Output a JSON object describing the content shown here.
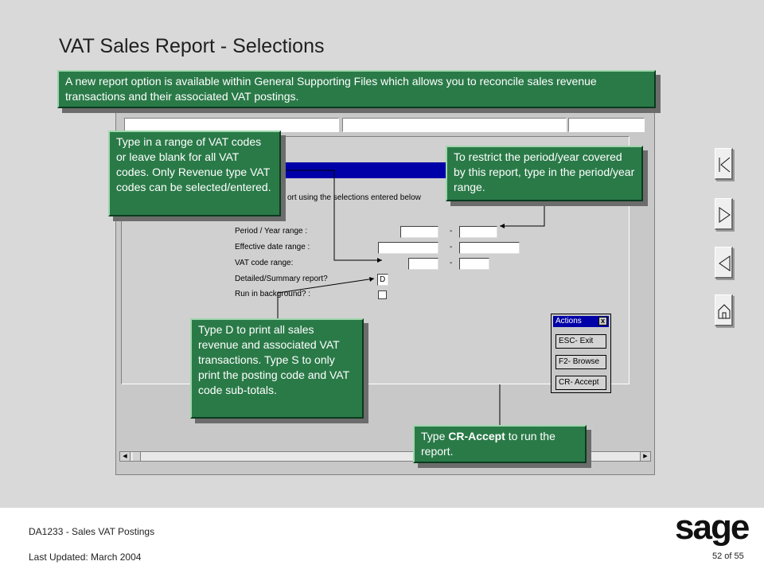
{
  "slide": {
    "title": "VAT Sales Report - Selections"
  },
  "callouts": {
    "intro": "A new report option is available within General Supporting Files which allows you to reconcile sales revenue transactions and their associated VAT postings.",
    "vat_codes": "Type in a range of VAT codes or leave blank for all VAT codes. Only Revenue type VAT codes can be selected/entered.",
    "period": "To restrict the period/year covered by this report, type in the period/year range.",
    "detail_pre": "Type D  to print all sales revenue and associated VAT transactions. Type S to only print  the posting code and VAT code sub-totals.",
    "accept_pre": "Type ",
    "accept_bold": "CR-Accept",
    "accept_post": " to run the report."
  },
  "app": {
    "instruction": "ort using the selections entered below",
    "labels": {
      "period": "Period / Year range :",
      "effective": "Effective date range :",
      "vat": "VAT code range:",
      "detail": "Detailed/Summary report?",
      "background": "Run in background? :"
    },
    "detail_value": "D",
    "range_dash": "-",
    "actions": {
      "title": "Actions",
      "close": "x",
      "buttons": [
        "ESC- Exit",
        "F2- Browse",
        "CR- Accept"
      ]
    }
  },
  "footer": {
    "course": "DA1233 - Sales VAT Postings",
    "updated": "Last Updated:  March 2004",
    "logo": "sage",
    "page": "52 of 55"
  },
  "icons": [
    "first-slide-icon",
    "next-slide-icon",
    "previous-slide-icon",
    "home-icon"
  ]
}
